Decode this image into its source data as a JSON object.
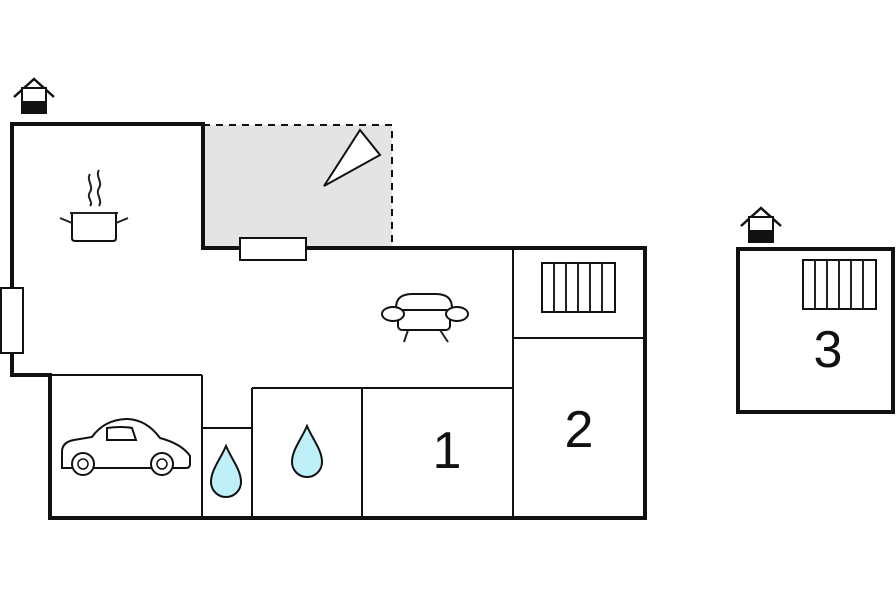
{
  "plan": {
    "main_house": {
      "rooms": [
        {
          "id": "kitchen-living",
          "label": "",
          "icons": [
            "cooking-pot-icon",
            "sofa-icon"
          ]
        },
        {
          "id": "terrace",
          "label": "",
          "icons": [
            "sun-icon"
          ]
        },
        {
          "id": "garage",
          "label": "",
          "icons": [
            "car-icon"
          ]
        },
        {
          "id": "wc",
          "label": "",
          "icons": [
            "water-drop-icon"
          ]
        },
        {
          "id": "bathroom",
          "label": "",
          "icons": [
            "water-drop-icon"
          ]
        },
        {
          "id": "bedroom-1",
          "label": "1"
        },
        {
          "id": "bedroom-2",
          "label": "2"
        },
        {
          "id": "sauna",
          "label": "",
          "icons": [
            "sauna-bench-icon"
          ]
        }
      ]
    },
    "annex": {
      "rooms": [
        {
          "id": "bedroom-3",
          "label": "3",
          "icons": [
            "sauna-bench-icon"
          ]
        }
      ]
    },
    "colors": {
      "wall": "#111111",
      "terrace_fill": "#e4e4e4",
      "water": "#bff0f7"
    }
  }
}
